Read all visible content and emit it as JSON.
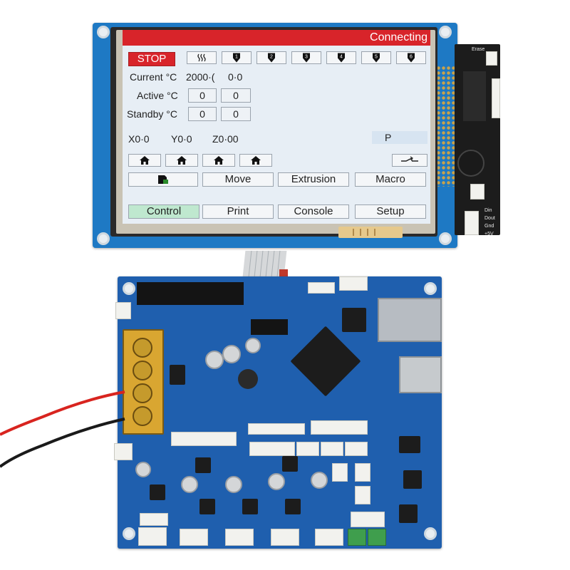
{
  "screen": {
    "title": "Connecting",
    "stop_label": "STOP",
    "tool_buttons": [
      {
        "icon": "heater-icon"
      },
      {
        "icon": "tool-1-icon",
        "num": "1"
      },
      {
        "icon": "tool-2-icon",
        "num": "2"
      },
      {
        "icon": "tool-3-icon",
        "num": "3"
      },
      {
        "icon": "tool-4-icon",
        "num": "4"
      },
      {
        "icon": "tool-5-icon",
        "num": "5"
      },
      {
        "icon": "tool-6-icon",
        "num": "6"
      }
    ],
    "current_label": "Current °C",
    "current_values": [
      "2000·(",
      "0·0"
    ],
    "active_label": "Active °C",
    "active_values": [
      "0",
      "0"
    ],
    "standby_label": "Standby °C",
    "standby_values": [
      "0",
      "0"
    ],
    "x_pos": "X0·0",
    "y_pos": "Y0·0",
    "z_pos": "Z0·00",
    "p_label": "P",
    "home_buttons": [
      {
        "icon": "home-all-icon"
      },
      {
        "icon": "home-x-icon"
      },
      {
        "icon": "home-y-icon"
      },
      {
        "icon": "home-z-icon"
      }
    ],
    "bed_compensation_icon": "bed-compensation-icon",
    "sd_card_icon": "sd-card-icon",
    "func_buttons": [
      "Move",
      "Extrusion",
      "Macro"
    ],
    "tabs": [
      "Control",
      "Print",
      "Console",
      "Setup"
    ],
    "active_tab": "Control"
  },
  "colors": {
    "title_bar": "#d8242a",
    "stop_button": "#d8242a",
    "active_tab": "#bfe8cf",
    "screen_bg": "#e7eef5",
    "pcb_blue": "#1f5fae",
    "lcd_pcb_blue": "#1e79c4"
  }
}
